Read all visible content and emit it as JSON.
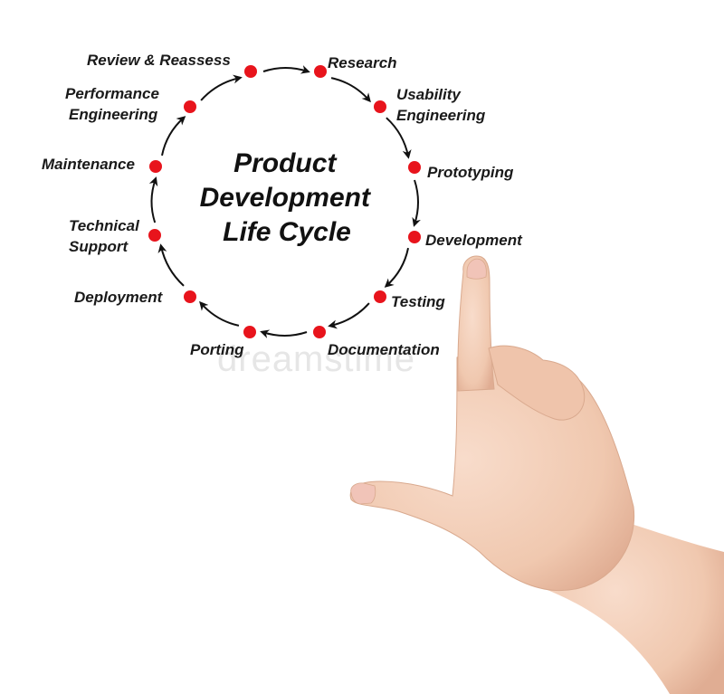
{
  "diagram": {
    "title_lines": [
      "Product",
      "Development",
      "Life Cycle"
    ],
    "stages": [
      "Research",
      "Usability Engineering",
      "Prototyping",
      "Development",
      "Testing",
      "Documentation",
      "Porting",
      "Deployment",
      "Technical Support",
      "Maintenance",
      "Performance Engineering",
      "Review & Reassess"
    ],
    "flow": "clockwise"
  },
  "colors": {
    "node": "#e8141c",
    "arrow": "#111111",
    "text": "#1a1a1a",
    "skin": "#f2cdb6",
    "skin_shadow": "#d9a98e",
    "nail": "#f1c4b8"
  },
  "watermark": "dreamstime"
}
